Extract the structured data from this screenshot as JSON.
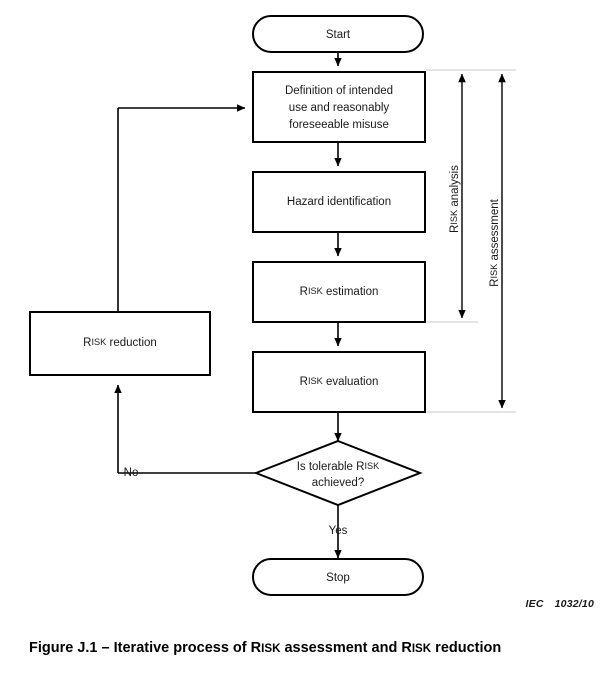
{
  "figure": {
    "caption_prefix": "Figure J.1 ",
    "caption_dash": "– Iterative process of ",
    "caption_risk1_cap": "R",
    "caption_risk1_rest": "ISK",
    "caption_mid": " assessment and ",
    "caption_risk2_cap": "R",
    "caption_risk2_rest": "ISK",
    "caption_end": " reduction",
    "source_org": "IEC",
    "source_number": "1032/10"
  },
  "nodes": {
    "start": {
      "label": "Start",
      "shape": "terminator"
    },
    "definition": {
      "line1": "Definition of intended",
      "line2": "use and reasonably",
      "line3": "foreseeable misuse",
      "shape": "process"
    },
    "hazard": {
      "label": "Hazard identification",
      "shape": "process"
    },
    "estimation": {
      "risk_cap": "R",
      "risk_rest": "ISK",
      "rest": " estimation",
      "shape": "process"
    },
    "evaluation": {
      "risk_cap": "R",
      "risk_rest": "ISK",
      "rest": " evaluation",
      "shape": "process"
    },
    "reduction": {
      "risk_cap": "R",
      "risk_rest": "ISK",
      "rest": " reduction",
      "shape": "process"
    },
    "decision": {
      "line1_pre": "Is tolerable ",
      "line1_risk_cap": "R",
      "line1_risk_rest": "ISK",
      "line2": "achieved?",
      "shape": "decision"
    },
    "stop": {
      "label": "Stop",
      "shape": "terminator"
    }
  },
  "edge_labels": {
    "no": "No",
    "yes": "Yes"
  },
  "brackets": [
    {
      "name": "risk-analysis",
      "risk_cap": "R",
      "risk_rest": "ISK",
      "rest": " analysis"
    },
    {
      "name": "risk-assessment",
      "risk_cap": "R",
      "risk_rest": "ISK",
      "rest": " assessment"
    }
  ],
  "colors": {
    "stroke": "#000000",
    "text": "#1a1a1a",
    "guide": "#c9c9c9",
    "background": "#ffffff"
  }
}
